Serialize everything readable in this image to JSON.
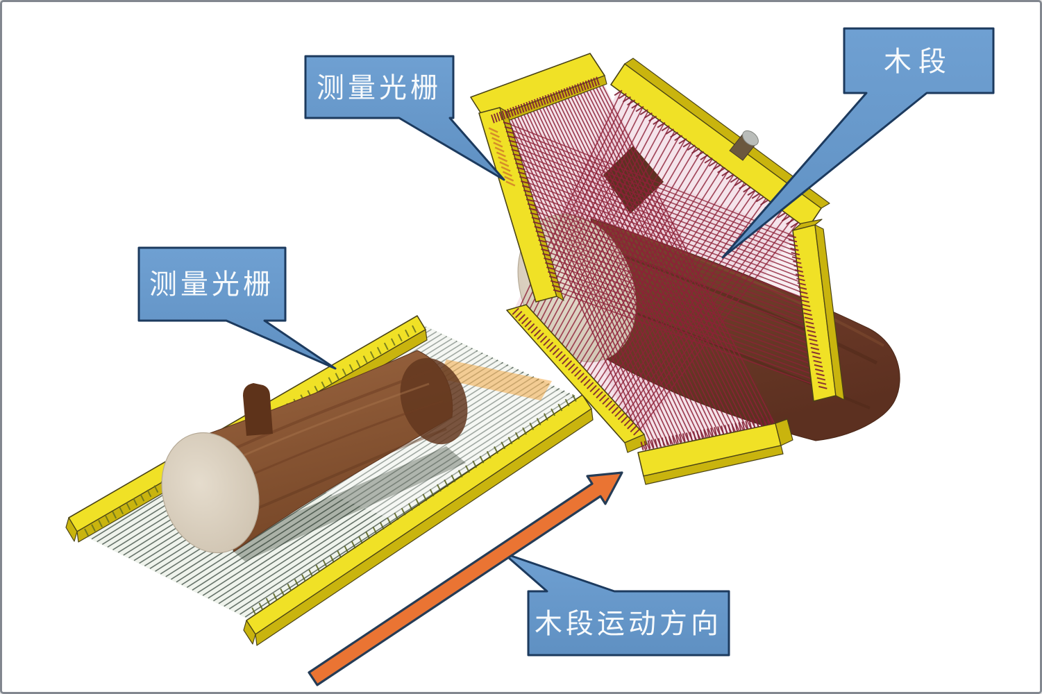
{
  "diagram": {
    "callouts": [
      {
        "id": "grating-top",
        "text": "测量光栅"
      },
      {
        "id": "log",
        "text": "木段"
      },
      {
        "id": "grating-left",
        "text": "测量光栅"
      },
      {
        "id": "direction",
        "text": "木段运动方向"
      }
    ],
    "colors": {
      "callout_fill": "#6fa0d2",
      "callout_border": "#1c3a5e",
      "callout_text": "#f7fafc",
      "frame_yellow": "#f0e126",
      "frame_yellow_dark": "#c9b40e",
      "grating_red": "#8e2138",
      "grating_pink": "#ecc7d4",
      "platform_line": "#44544a",
      "platform_plane": "#edf2ea",
      "log_brown": "#8a5535",
      "log_face": "#d9cfbf",
      "arrow_orange": "#ea7433",
      "arrow_outline": "#253c56",
      "background": "#ffffff",
      "border_gray": "#82878f"
    }
  }
}
